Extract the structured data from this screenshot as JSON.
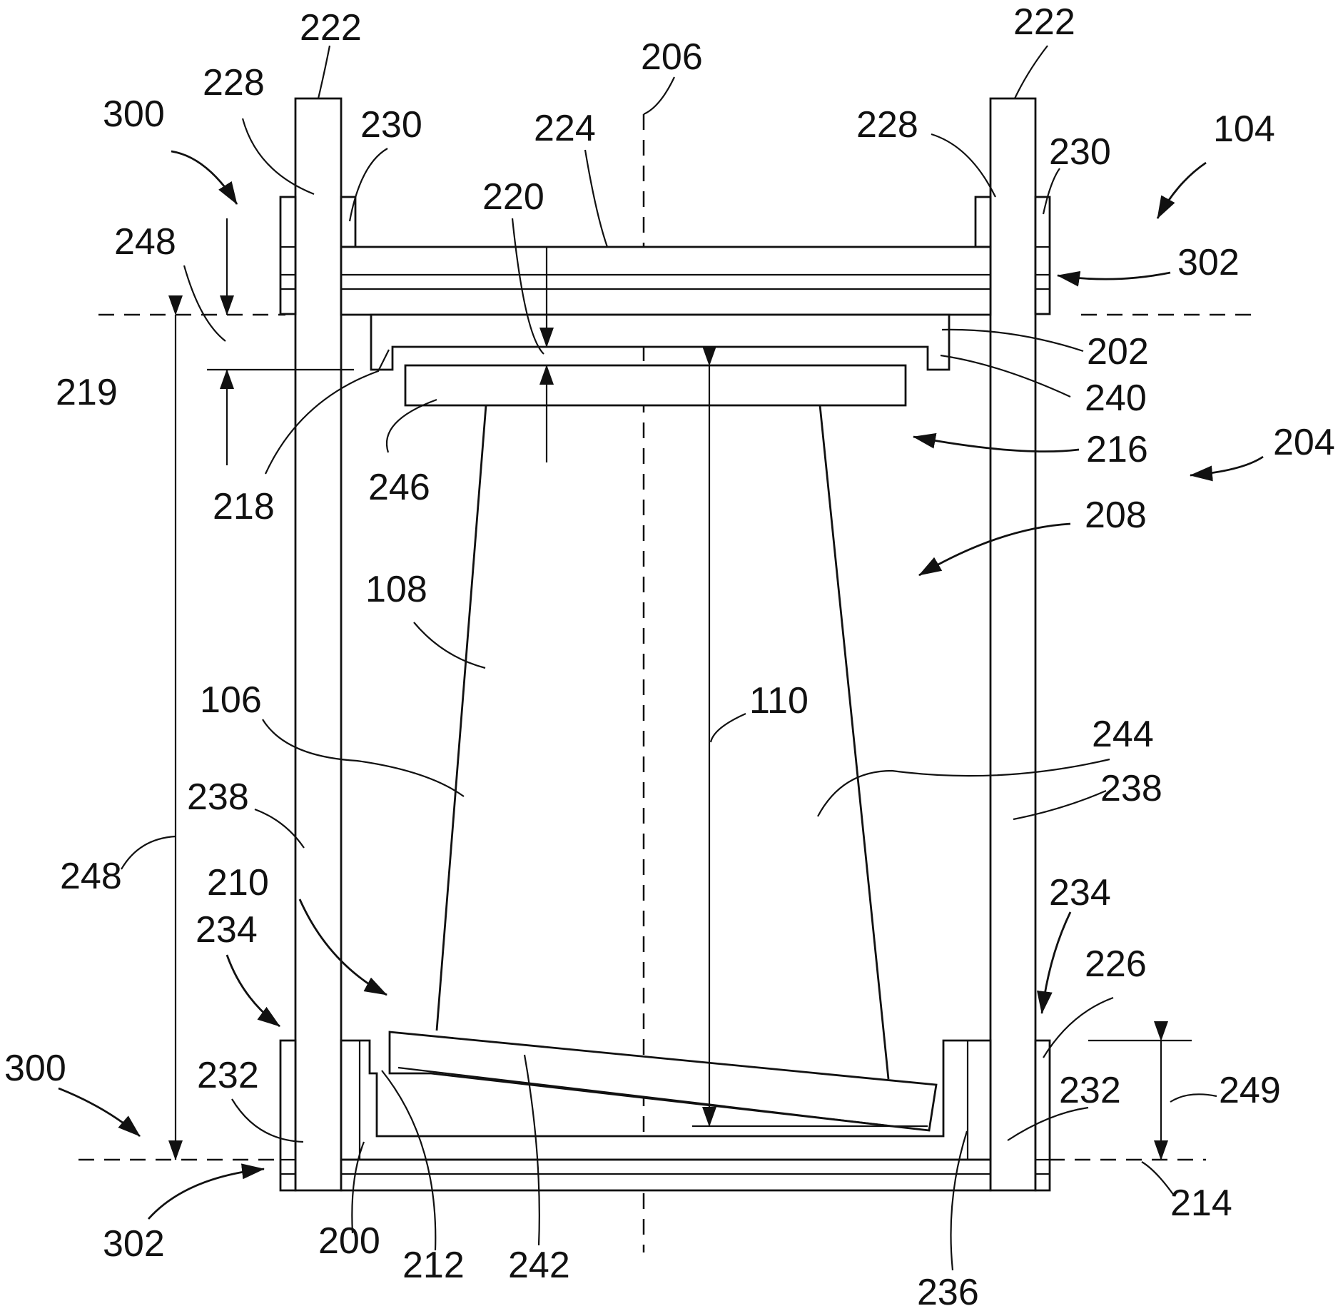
{
  "figure": {
    "labels": {
      "r222_left": "222",
      "r222_right": "222",
      "r206": "206",
      "r228_left": "228",
      "r228_right": "228",
      "r300_top": "300",
      "r300_bottom": "300",
      "r230_left": "230",
      "r230_right": "230",
      "r224": "224",
      "r104": "104",
      "r220": "220",
      "r248_top": "248",
      "r248_left": "248",
      "r302_top": "302",
      "r302_bottom": "302",
      "r219": "219",
      "r202": "202",
      "r240": "240",
      "r216": "216",
      "r204": "204",
      "r246": "246",
      "r218": "218",
      "r208": "208",
      "r108": "108",
      "r110": "110",
      "r106": "106",
      "r244": "244",
      "r238_left": "238",
      "r238_right": "238",
      "r210": "210",
      "r234_left": "234",
      "r234_right": "234",
      "r226": "226",
      "r232_left": "232",
      "r232_right": "232",
      "r249": "249",
      "r214": "214",
      "r200": "200",
      "r212": "212",
      "r242": "242",
      "r236": "236"
    }
  }
}
